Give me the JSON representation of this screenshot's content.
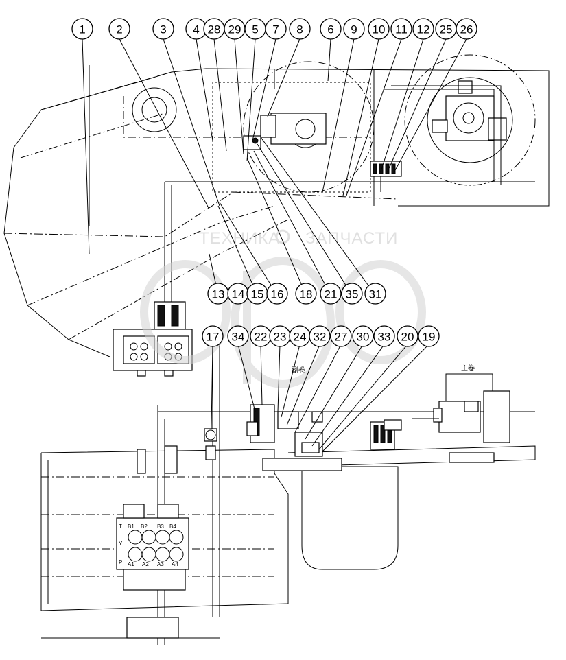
{
  "watermark": {
    "left": "ТЕХНИКА",
    "right": "ЗАПЧАСТИ",
    "logo": "gif"
  },
  "labels": {
    "aux_winch": "副卷",
    "main_winch": "主卷"
  },
  "valve_ports": [
    "B1",
    "B2",
    "B3",
    "B4",
    "A1",
    "A2",
    "A3",
    "A4",
    "T",
    "Y",
    "P"
  ],
  "callouts_top": [
    "1",
    "2",
    "3",
    "4",
    "28",
    "29",
    "5",
    "7",
    "8",
    "6",
    "9",
    "10",
    "11",
    "12",
    "25",
    "26"
  ],
  "callouts_mid": [
    "13",
    "14",
    "15",
    "16",
    "18",
    "21",
    "35",
    "31"
  ],
  "callouts_low": [
    "17",
    "34",
    "22",
    "23",
    "24",
    "32",
    "27",
    "30",
    "33",
    "20",
    "19"
  ]
}
